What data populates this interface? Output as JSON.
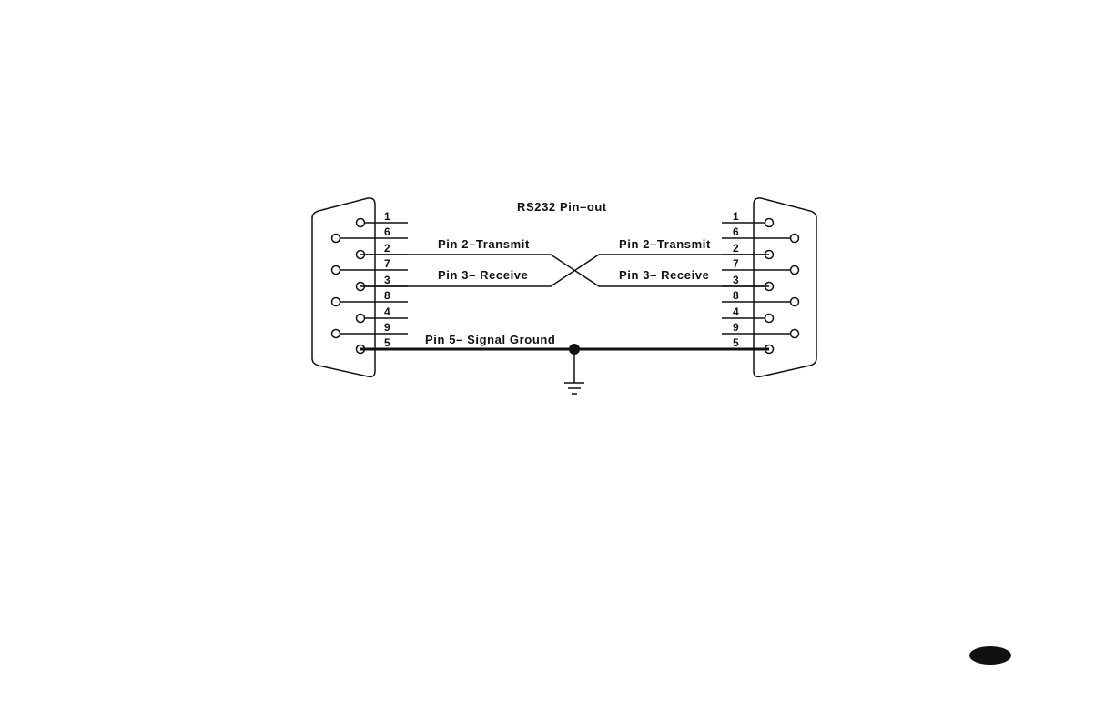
{
  "title": "RS232 Pin–out",
  "left_connector": {
    "pin_labels": [
      "1",
      "6",
      "2",
      "7",
      "3",
      "8",
      "4",
      "9",
      "5"
    ]
  },
  "right_connector": {
    "pin_labels": [
      "1",
      "6",
      "2",
      "7",
      "3",
      "8",
      "4",
      "9",
      "5"
    ]
  },
  "signals": {
    "transmit_left": "Pin 2–Transmit",
    "receive_left": "Pin 3– Receive",
    "transmit_right": "Pin 2–Transmit",
    "receive_right": "Pin 3– Receive",
    "ground": "Pin 5– Signal Ground"
  },
  "colors": {
    "ink": "#111111",
    "page_badge": "#111111"
  },
  "icons": {
    "ground": "ground-symbol-icon",
    "page_badge": "page-marker-icon"
  }
}
